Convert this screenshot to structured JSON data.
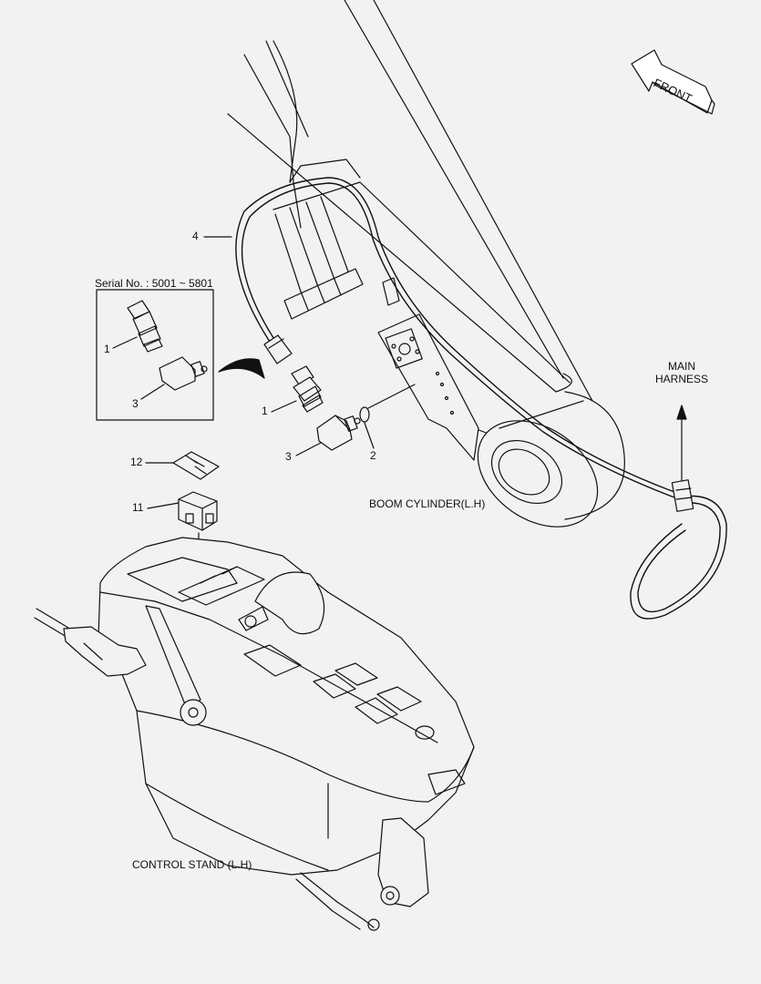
{
  "labels": {
    "front": "FRONT",
    "serial": "Serial No. : 5001 ~ 5801",
    "main_harness_line1": "MAIN",
    "main_harness_line2": "HARNESS",
    "boom_cylinder": "BOOM CYLINDER(L.H)",
    "control_stand": "CONTROL STAND (L.H)"
  },
  "callouts": {
    "inset_1": "1",
    "inset_3": "3",
    "part_4": "4",
    "part_1": "1",
    "part_2": "2",
    "part_3": "3",
    "part_12": "12",
    "part_11": "11"
  }
}
